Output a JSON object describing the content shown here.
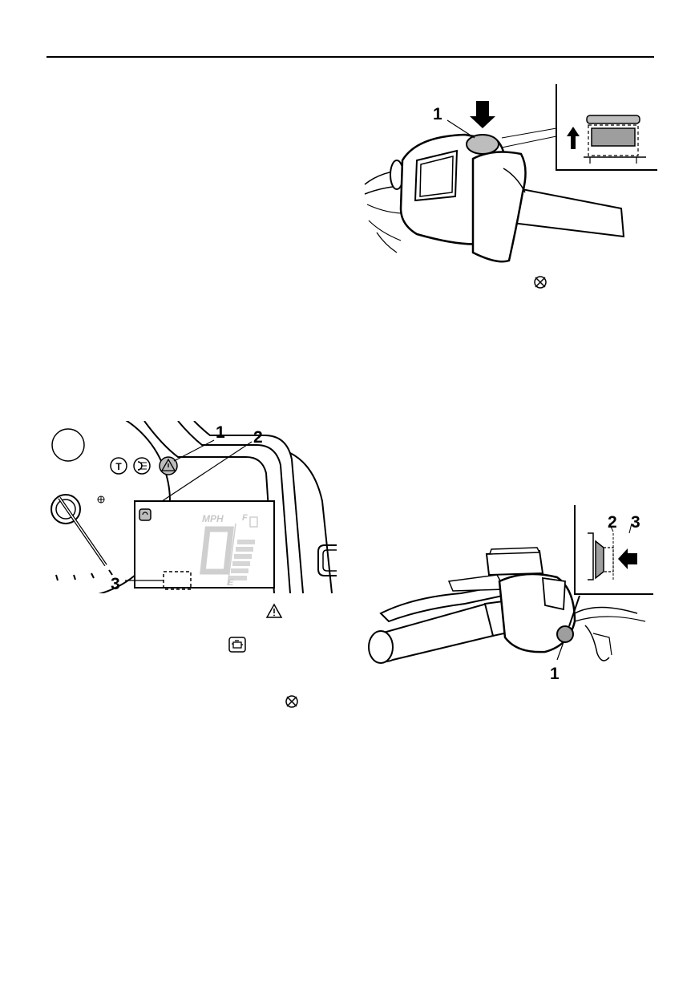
{
  "figure_top": {
    "callouts": [
      "1"
    ]
  },
  "figure_meter": {
    "callouts": [
      "1",
      "2",
      "3"
    ],
    "display": {
      "unit": "MPH",
      "speed": "0",
      "fuel_full": "F",
      "fuel_empty": "E"
    }
  },
  "figure_bottom": {
    "callouts": [
      "1",
      "2",
      "3"
    ]
  },
  "symbols": {
    "no_entry_icon": "no-entry-icon",
    "warning_icon": "warning-triangle-icon",
    "engine_icon": "engine-check-icon"
  }
}
